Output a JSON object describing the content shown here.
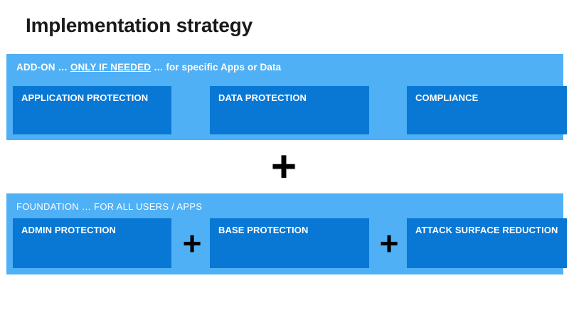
{
  "slide": {
    "title": "Implementation strategy",
    "colors": {
      "panel_background": "#4FB0F5",
      "card_background": "#0878D4",
      "card_text": "#FFFFFF",
      "title_text": "#1A1A1A",
      "plus_sign": "#000000",
      "canvas": "#FFFFFF"
    }
  },
  "addon_panel": {
    "header_prefix": "ADD-ON … ",
    "header_emphasis": "ONLY IF NEEDED",
    "header_suffix": " … for specific Apps or Data",
    "cards": [
      {
        "label": "APPLICATION PROTECTION"
      },
      {
        "label": "DATA PROTECTION"
      },
      {
        "label": "COMPLIANCE"
      }
    ]
  },
  "combiner": {
    "symbol": "+"
  },
  "foundation_panel": {
    "header": "FOUNDATION … FOR ALL USERS / APPS",
    "cards": [
      {
        "label": "ADMIN PROTECTION"
      },
      {
        "label": "BASE PROTECTION"
      },
      {
        "label": "ATTACK SURFACE REDUCTION"
      }
    ],
    "separators": [
      {
        "symbol": "+"
      },
      {
        "symbol": "+"
      }
    ]
  }
}
